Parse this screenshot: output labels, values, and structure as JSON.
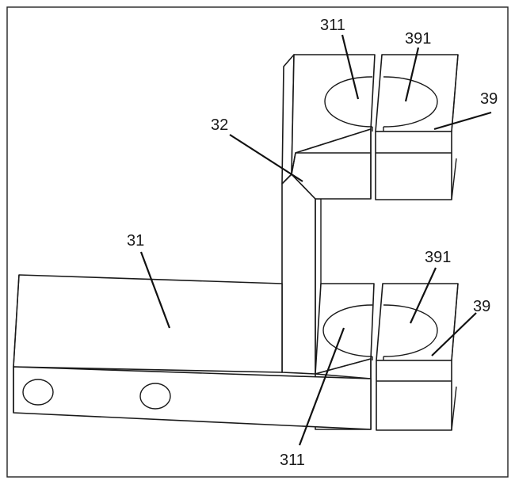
{
  "labels": {
    "hole_top": "311",
    "slot_top": "391",
    "clamp_top": "39",
    "column": "32",
    "base": "31",
    "slot_bottom": "391",
    "clamp_bottom": "39",
    "hole_bottom": "311"
  }
}
